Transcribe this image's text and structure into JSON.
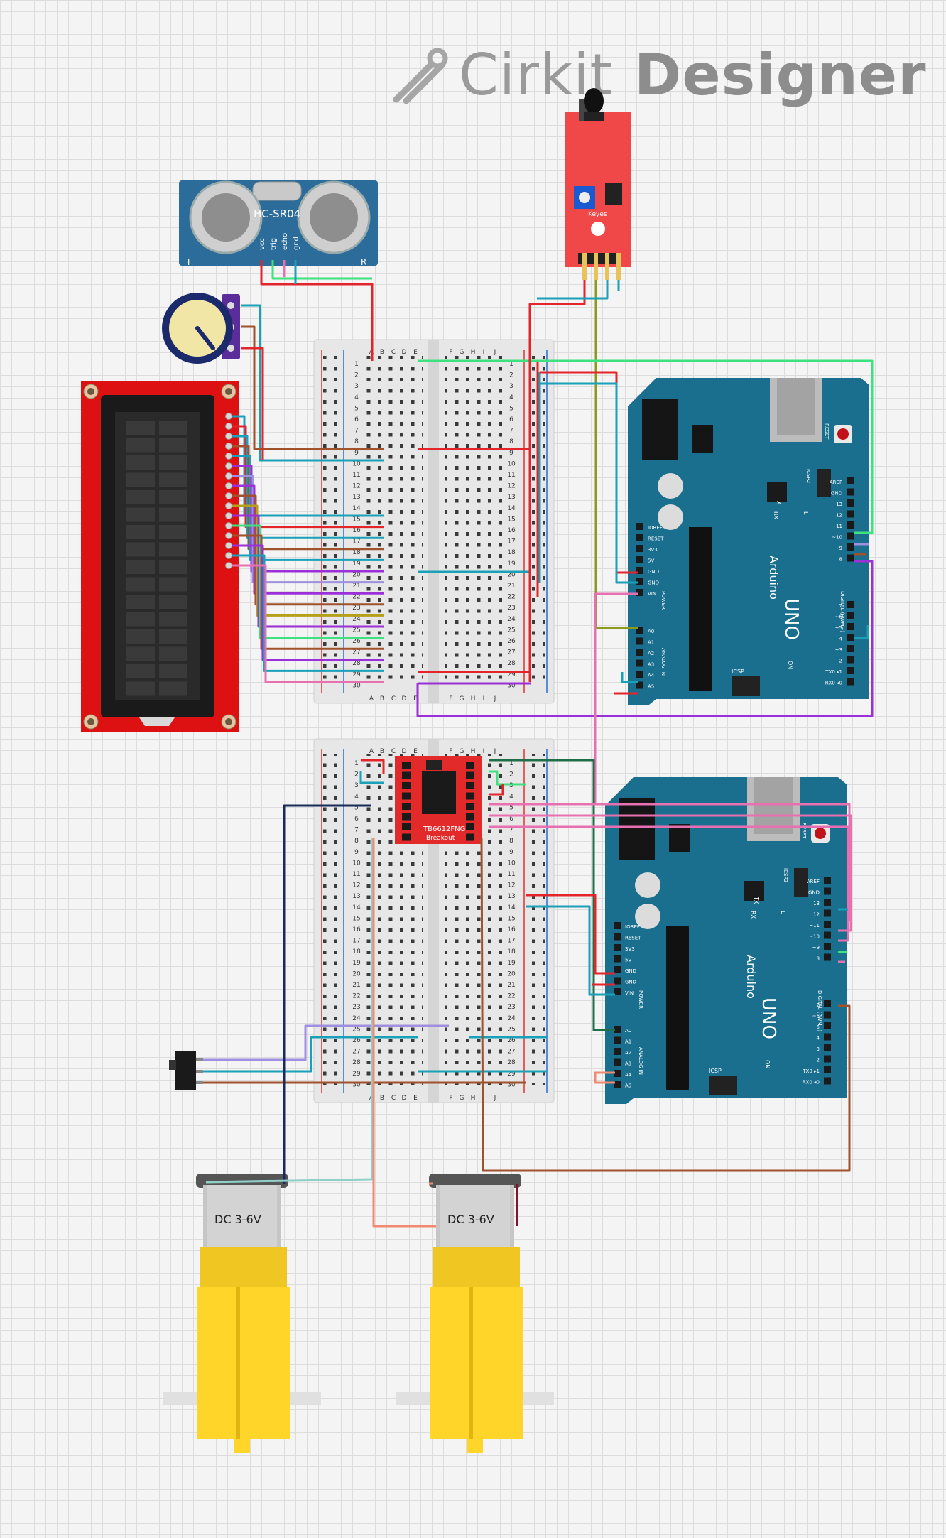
{
  "brand": {
    "part1": "Cirkit",
    "part2": "Designer"
  },
  "components": {
    "ultrasonic": {
      "label": "HC-SR04",
      "pins": [
        "vcc",
        "trig",
        "echo",
        "gnd"
      ],
      "side_left": "T",
      "side_right": "R"
    },
    "ir_sensor": {
      "label": "Keyes"
    },
    "motor_driver": {
      "label": "TB6612FNG",
      "sublabel": "Breakout"
    },
    "motor_left": {
      "label": "DC 3-6V"
    },
    "motor_right": {
      "label": "DC 3-6V"
    },
    "arduino_top": {
      "brand": "Arduino",
      "model": "UNO",
      "labels": {
        "reset": "RESET",
        "icsp2": "ICSP2",
        "icsp": "ICSP",
        "on": "ON",
        "tx": "TX",
        "rx": "RX",
        "l": "L",
        "power": "POWER",
        "analog": "ANALOG IN",
        "digital": "DIGITAL (PWM~)"
      },
      "power_pins": [
        "IOREF",
        "RESET",
        "3V3",
        "5V",
        "GND",
        "GND",
        "VIN"
      ],
      "analog_pins": [
        "A0",
        "A1",
        "A2",
        "A3",
        "A4",
        "A5"
      ],
      "digital_top": [
        "AREF",
        "GND",
        "13",
        "12",
        "~11",
        "~10",
        "~9",
        "8"
      ],
      "digital_bottom": [
        "7",
        "~6",
        "~5",
        "4",
        "~3",
        "2",
        "TX0 ▸1",
        "RX0 ◂0"
      ]
    },
    "arduino_bottom": {
      "brand": "Arduino",
      "model": "UNO",
      "labels": {
        "reset": "RESET",
        "icsp2": "ICSP2",
        "icsp": "ICSP",
        "on": "ON",
        "tx": "TX",
        "rx": "RX",
        "l": "L",
        "power": "POWER",
        "analog": "ANALOG IN",
        "digital": "DIGITAL (PWM~)"
      },
      "power_pins": [
        "IOREF",
        "RESET",
        "3V3",
        "5V",
        "GND",
        "GND",
        "VIN"
      ],
      "analog_pins": [
        "A0",
        "A1",
        "A2",
        "A3",
        "A4",
        "A5"
      ],
      "digital_top": [
        "AREF",
        "GND",
        "13",
        "12",
        "~11",
        "~10",
        "~9",
        "8"
      ],
      "digital_bottom": [
        "7",
        "~6",
        "~5",
        "4",
        "~3",
        "2",
        "TX0 ▸1",
        "RX0 ◂0"
      ]
    },
    "breadboard_top": {
      "cols_left": [
        "A",
        "B",
        "C",
        "D",
        "E"
      ],
      "cols_right": [
        "F",
        "G",
        "H",
        "I",
        "J"
      ]
    },
    "breadboard_bottom": {
      "cols_left": [
        "A",
        "B",
        "C",
        "D",
        "E"
      ],
      "cols_right": [
        "F",
        "G",
        "H",
        "I",
        "J"
      ]
    }
  },
  "colors": {
    "wire_red": "#e3242b",
    "wire_teal": "#1aa0b8",
    "wire_green": "#3ee07f",
    "wire_purple": "#9b30d9",
    "wire_brown": "#a0522d",
    "wire_olive": "#8a9a1a",
    "wire_pink": "#e86fb0",
    "wire_navy": "#1a2a5a",
    "wire_darkgreen": "#1f6e4a",
    "wire_salmon": "#f08a70",
    "wire_maroon": "#8a1030",
    "wire_lavender": "#9f8fe0",
    "arduino_blue": "#1a6f8f",
    "lcd_red": "#dd1111",
    "ir_red": "#f04848",
    "motor_yellow": "#ffd529"
  }
}
